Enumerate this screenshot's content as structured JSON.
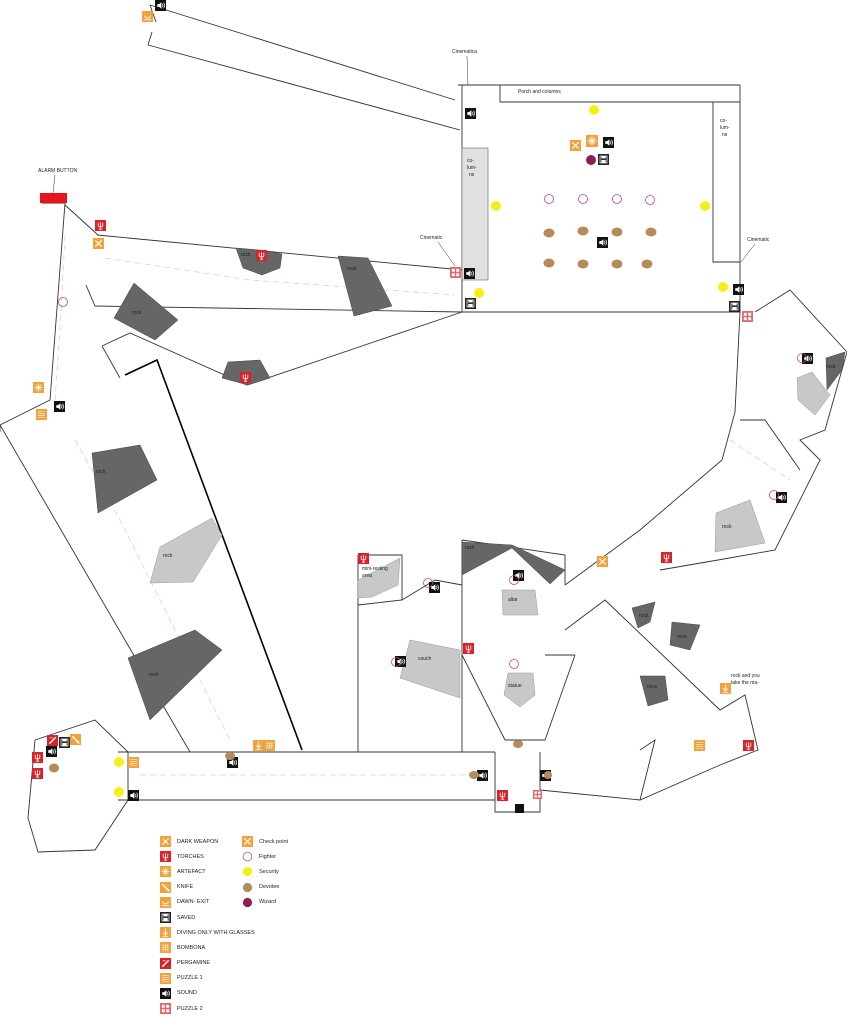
{
  "labels": {
    "cinematica": "Cinematica",
    "porch": "Porch and columns",
    "col_left": [
      "co-",
      "lum-",
      "ns"
    ],
    "col_right": [
      "co-",
      "lum-",
      "ns"
    ],
    "alarm": "ALARM BUTTON",
    "cinematic_1": "Cinematic",
    "cinematic_2": "Cinematic",
    "rock": "rock",
    "mini_resting": [
      "mini-resting",
      "area"
    ],
    "altar": "altar",
    "couch": "couch",
    "statue": "statue",
    "roca": "roca",
    "rock_take": [
      "rock and you",
      "take the ma-"
    ]
  },
  "legend": {
    "left": [
      {
        "icon": "dark-weapon",
        "label": "DARK WEAPON"
      },
      {
        "icon": "torch",
        "label": "TORCHES"
      },
      {
        "icon": "artefact",
        "label": "ARTEFACT"
      },
      {
        "icon": "knife",
        "label": "KNIFE"
      },
      {
        "icon": "dawn-exit",
        "label": "DAWN- EXIT"
      },
      {
        "icon": "saved",
        "label": "SAVED"
      },
      {
        "icon": "diving",
        "label": "DIVING ONLY WITH GLASSES"
      },
      {
        "icon": "bombona",
        "label": "BOMBONA"
      },
      {
        "icon": "pergamine",
        "label": "PERGAMINE"
      },
      {
        "icon": "puzzle-1",
        "label": "PUZZLE 1"
      },
      {
        "icon": "sound",
        "label": "SOUND"
      },
      {
        "icon": "puzzle-2",
        "label": "PUZZLE 2"
      }
    ],
    "right": [
      {
        "icon": "check-point",
        "label": "Check point"
      },
      {
        "icon": "fighter",
        "label": "Fighter"
      },
      {
        "icon": "security",
        "label": "Security"
      },
      {
        "icon": "devotee",
        "label": "Devotee"
      },
      {
        "icon": "wizard",
        "label": "Wizard"
      }
    ]
  },
  "colors": {
    "orange": "#f2a23a",
    "red": "#d9232b",
    "black": "#111111",
    "security": "#f7ee13",
    "devotee": "#b48b5b",
    "wizard": "#8e1d56",
    "fighter": "#c7477a",
    "rock_dark": "#666666",
    "rock_light": "#c8c8c8"
  }
}
